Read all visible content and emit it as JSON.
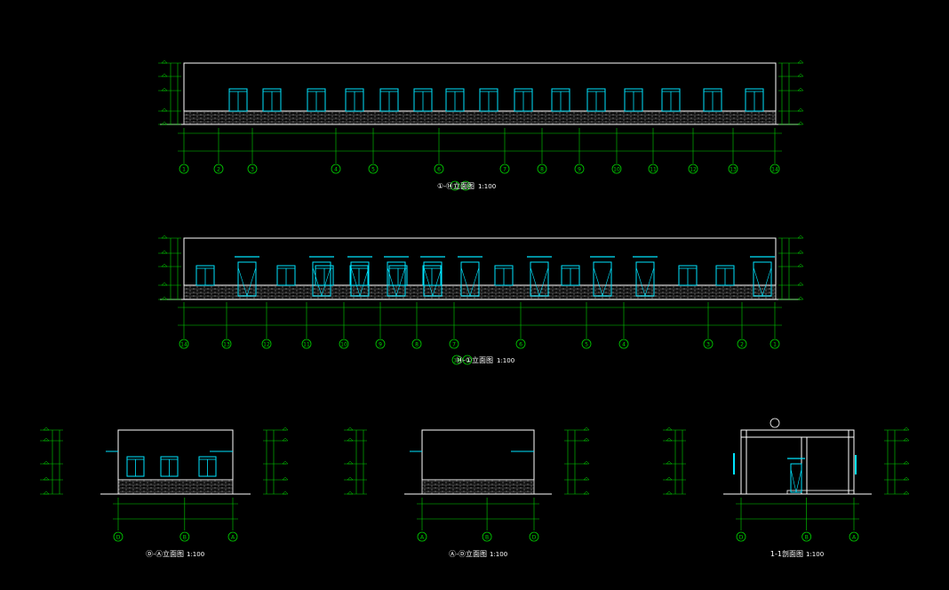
{
  "drawing": {
    "colors": {
      "background": "#000000",
      "outline": "#ffffff",
      "window": "#00e5ff",
      "dimension": "#00d400",
      "brick": "#9a9a9a"
    },
    "elevations": [
      {
        "id": "front",
        "title": "①-⑭立面图",
        "scale": "1:100",
        "axes": [
          "1",
          "2",
          "3",
          "4",
          "5",
          "6",
          "7",
          "8",
          "9",
          "10",
          "11",
          "12",
          "13",
          "14"
        ]
      },
      {
        "id": "rear",
        "title": "⑭-①立面图",
        "scale": "1:100",
        "axes": [
          "14",
          "13",
          "12",
          "11",
          "10",
          "9",
          "8",
          "7",
          "6",
          "5",
          "4",
          "3",
          "2",
          "1"
        ]
      },
      {
        "id": "side-left",
        "title": "Ⓓ-Ⓐ立面图",
        "scale": "1:100",
        "axes": [
          "D",
          "B",
          "A"
        ]
      },
      {
        "id": "side-right",
        "title": "Ⓐ-Ⓓ立面图",
        "scale": "1:100",
        "axes": [
          "A",
          "B",
          "D"
        ]
      },
      {
        "id": "section",
        "title": "1-1剖面图",
        "scale": "1:100",
        "axes": [
          "D",
          "B",
          "A"
        ]
      }
    ]
  }
}
